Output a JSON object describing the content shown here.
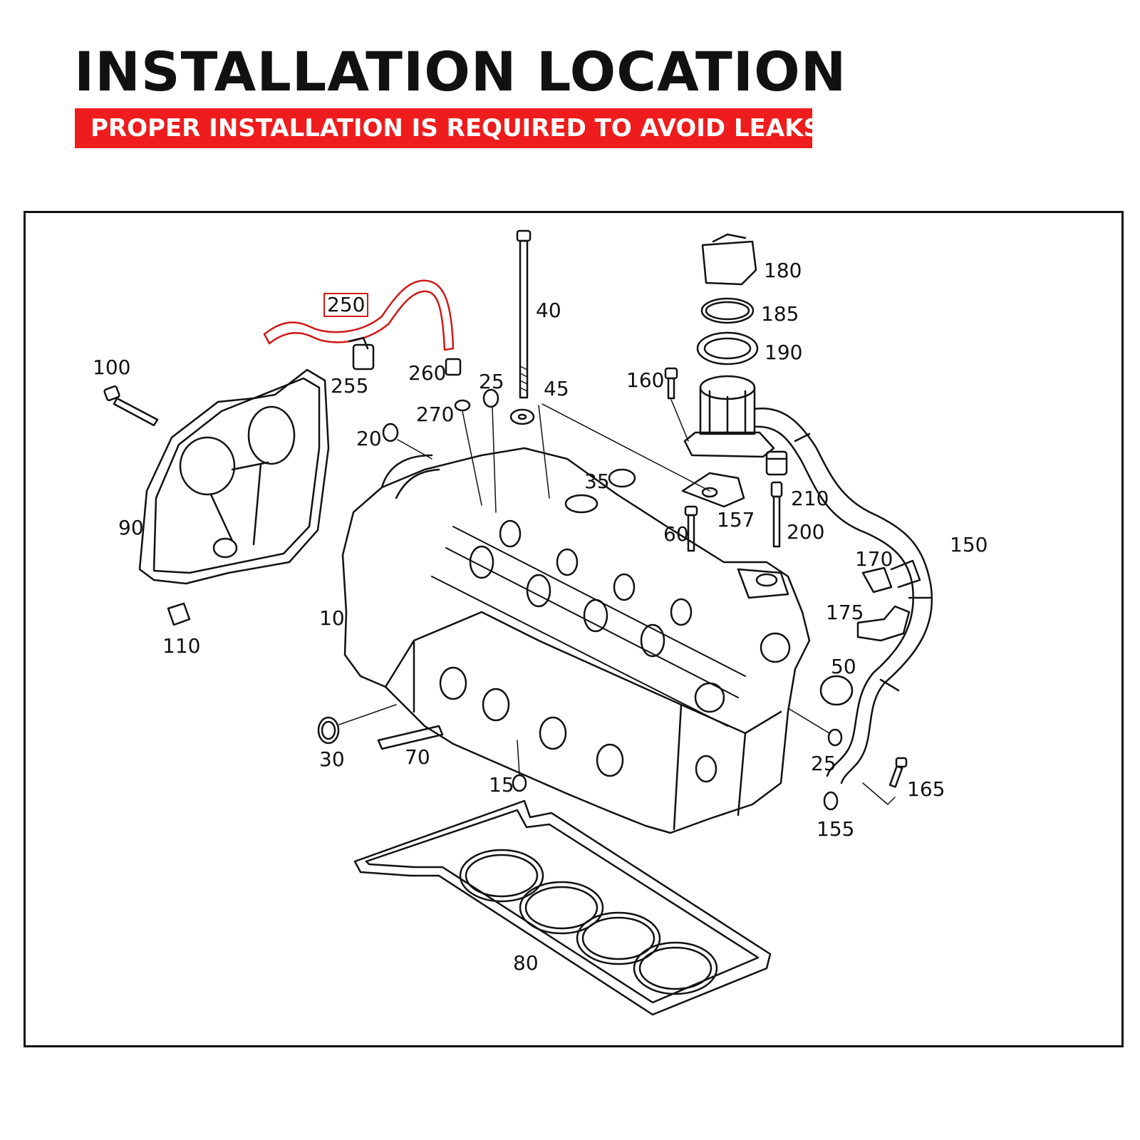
{
  "header": {
    "title": "INSTALLATION LOCATION",
    "subtitle": "PROPER INSTALLATION IS REQUIRED TO AVOID LEAKS."
  },
  "colors": {
    "banner": "#ee1c1c",
    "highlight": "#d01818",
    "line": "#111111"
  },
  "callouts": {
    "c250": "250",
    "c255": "255",
    "c260": "260",
    "c270": "270",
    "c25a": "25",
    "c20": "20",
    "c40": "40",
    "c45": "45",
    "c180": "180",
    "c185": "185",
    "c190": "190",
    "c160": "160",
    "c35": "35",
    "c210": "210",
    "c157": "157",
    "c60": "60",
    "c200": "200",
    "c150": "150",
    "c170": "170",
    "c175": "175",
    "c50": "50",
    "c25b": "25",
    "c165": "165",
    "c155": "155",
    "c100": "100",
    "c90": "90",
    "c110": "110",
    "c10": "10",
    "c30": "30",
    "c70": "70",
    "c15": "15",
    "c80": "80"
  }
}
